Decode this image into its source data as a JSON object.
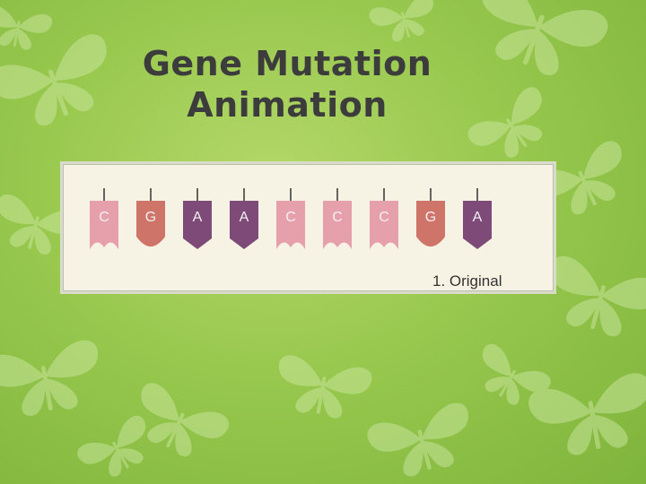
{
  "slide": {
    "title_line1": "Gene Mutation",
    "title_line2": "Animation"
  },
  "diagram": {
    "caption": "1. Original",
    "bases": [
      {
        "letter": "C",
        "color": "#e6a0ac"
      },
      {
        "letter": "G",
        "color": "#cf7468"
      },
      {
        "letter": "A",
        "color": "#7e4a78"
      },
      {
        "letter": "A",
        "color": "#7e4a78"
      },
      {
        "letter": "C",
        "color": "#e6a0ac"
      },
      {
        "letter": "C",
        "color": "#e6a0ac"
      },
      {
        "letter": "C",
        "color": "#e6a0ac"
      },
      {
        "letter": "G",
        "color": "#cf7468"
      },
      {
        "letter": "A",
        "color": "#7e4a78"
      }
    ]
  },
  "colors": {
    "background": "#98c84e",
    "title": "#3c3c3c",
    "butterfly": "#c6e39a"
  }
}
